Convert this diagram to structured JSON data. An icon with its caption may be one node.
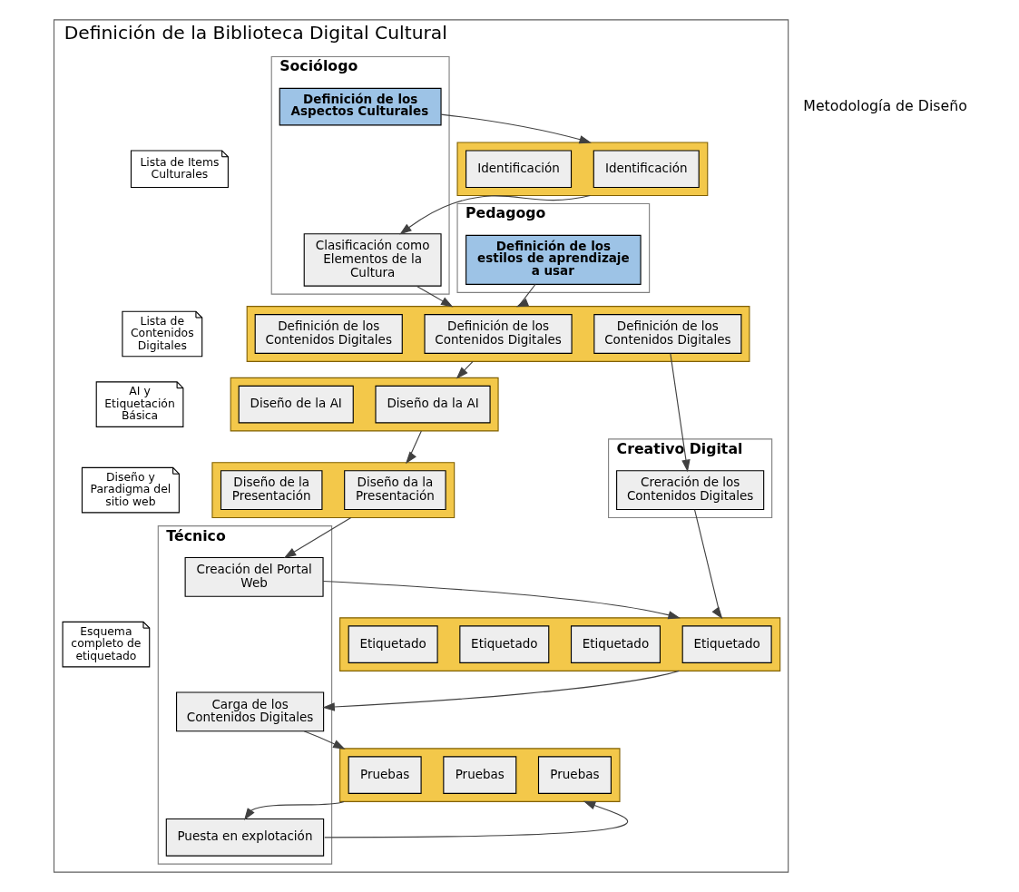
{
  "diagram": {
    "nodes": [
      {
        "text": [
          "Definición de la Biblioteca Digital Cultural"
        ]
      },
      {
        "text": [
          "Pedagogo"
        ],
        "in": 0
      },
      {
        "text": [
          "Sociólogo"
        ],
        "in": 0
      },
      {
        "text": [
          "Creativo Digital"
        ],
        "in": 0
      },
      {
        "text": [
          "Técnico"
        ],
        "in": 0
      },
      {
        "text": [
          "Definición de los Aspectos Culturales"
        ],
        "in": 2
      },
      {
        "text": [],
        "shape": "bar",
        "in": 0
      },
      {
        "text": [
          "Identificación"
        ],
        "in": 6
      },
      {
        "text": [
          "Lista de Items Culturales"
        ],
        "in": 0
      },
      {
        "text": [
          "Identificación"
        ],
        "in": 6
      },
      {
        "text": [
          "Definición de los estilos de aprendizaje a usar"
        ],
        "in": 1
      },
      {
        "text": [
          "Clasificación como Elementos de la Cultura"
        ],
        "in": 2
      },
      {
        "text": [],
        "shape": "bar",
        "in": 0
      },
      {
        "text": [
          "Definición de los Contenidos Digitales"
        ],
        "in": 12
      },
      {
        "text": [
          "Definición de los Contenidos Digitales"
        ],
        "in": 12
      },
      {
        "text": [
          "Lista de Contenidos Digitales"
        ],
        "in": 0
      },
      {
        "text": [
          "Definición de los Contenidos Digitales"
        ],
        "in": 12
      },
      {
        "text": [],
        "shape": "bar",
        "in": 0
      },
      {
        "text": [
          "Diseño da la AI"
        ],
        "in": 17
      },
      {
        "text": [
          "AI y Etiquetación Básica"
        ],
        "in": 0
      },
      {
        "text": [
          "Diseño de la AI"
        ],
        "in": 17
      },
      {
        "text": [],
        "shape": "bar",
        "in": 0
      },
      {
        "text": [
          "Diseño da la Presentación"
        ],
        "in": 21
      },
      {
        "text": [
          "Diseño y Paradigma del sitio web"
        ],
        "in": 0
      },
      {
        "text": [
          "Diseño de la Presentación"
        ],
        "in": 21
      },
      {
        "text": [
          "Creración de los Contenidos Digitales"
        ],
        "in": 3
      },
      {
        "text": [
          "Creación del Portal Web"
        ],
        "in": 4
      },
      {
        "text": [],
        "shape": "bar",
        "in": 0
      },
      {
        "text": [
          "Etiquetado"
        ],
        "in": 27
      },
      {
        "text": [
          "Etiquetado"
        ],
        "in": 27
      },
      {
        "text": [
          "Etiquetado"
        ],
        "in": 27
      },
      {
        "text": [
          "Esquema completo de etiquetado"
        ],
        "in": 0
      },
      {
        "text": [
          "Etiquetado"
        ],
        "in": 27
      },
      {
        "text": [
          "Carga de los Contenidos Digitales"
        ],
        "in": 4
      },
      {
        "text": [],
        "shape": "bar",
        "in": 0
      },
      {
        "text": [
          "Pruebas"
        ],
        "in": 34
      },
      {
        "text": [
          "Pruebas"
        ],
        "in": 34
      },
      {
        "text": [
          "Pruebas"
        ],
        "in": 34
      },
      {
        "text": [
          "Puesta en explotación"
        ],
        "in": 4
      }
    ],
    "edges": [
      {
        "from": 5,
        "to": 6,
        "arrow": "to"
      },
      {
        "from": 6,
        "to": 11,
        "arrow": "to"
      },
      {
        "from": 11,
        "to": 12,
        "arrow": "to"
      },
      {
        "from": 10,
        "to": 12,
        "arrow": "to"
      },
      {
        "from": 12,
        "to": 17,
        "arrow": "to"
      },
      {
        "from": 17,
        "to": 21,
        "arrow": "to"
      },
      {
        "from": 14,
        "to": 25,
        "arrow": "to"
      },
      {
        "from": 21,
        "to": 26,
        "arrow": "to"
      },
      {
        "from": 25,
        "to": 27,
        "arrow": "to"
      },
      {
        "from": 26,
        "to": 27,
        "arrow": "to"
      },
      {
        "from": 27,
        "to": 33,
        "arrow": "to"
      },
      {
        "from": 33,
        "to": 34,
        "arrow": "to"
      },
      {
        "from": 34,
        "to": 38,
        "arrow": "to"
      },
      {
        "from": 38,
        "to": 34,
        "arrow": "to"
      }
    ],
    "labels": [
      "Metodología de Diseño"
    ]
  }
}
